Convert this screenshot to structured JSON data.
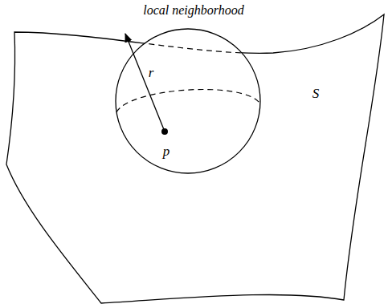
{
  "diagram": {
    "labels": [
      "local neighborhood",
      "r",
      "S",
      "p"
    ]
  }
}
